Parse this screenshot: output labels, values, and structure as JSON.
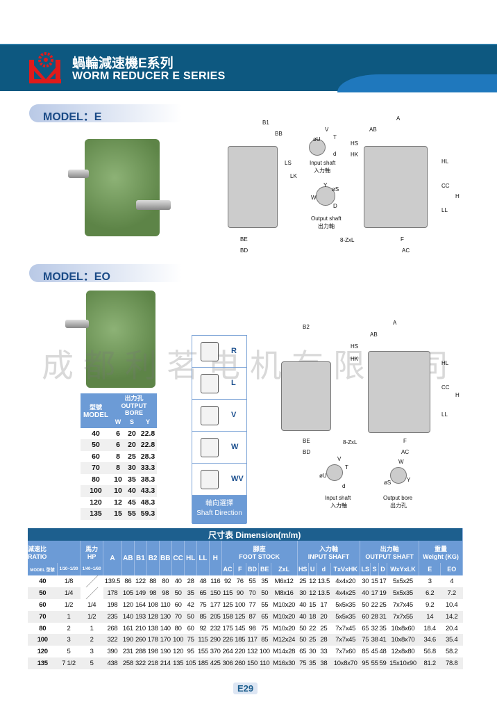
{
  "header": {
    "title_cn": "蝸輪減速機E系列",
    "title_en": "WORM REDUCER E SERIES"
  },
  "sections": {
    "model_e": "MODEL：E",
    "model_eo": "MODEL：EO"
  },
  "watermark": "成都利茗电机有限公司",
  "drawing_e": {
    "labels": [
      "B1",
      "BB",
      "V",
      "T",
      "øU",
      "d",
      "LS",
      "LK",
      "HK",
      "HS",
      "AB",
      "A",
      "HL",
      "CC",
      "H",
      "LL",
      "Y",
      "W",
      "øS",
      "D",
      "BE",
      "BD",
      "8-ZxL",
      "F",
      "AC"
    ],
    "input_caption": "Input shaft",
    "input_caption_cn": "入力軸",
    "output_caption": "Output shaft",
    "output_caption_cn": "出力軸"
  },
  "drawing_eo": {
    "labels": [
      "B2",
      "AB",
      "A",
      "HS",
      "HK",
      "HL",
      "CC",
      "H",
      "LL",
      "BE",
      "BD",
      "8-ZxL",
      "F",
      "AC",
      "V",
      "T",
      "øU",
      "d",
      "W",
      "Y",
      "øS"
    ],
    "input_caption": "Input shaft",
    "input_caption_cn": "入力軸",
    "output_caption": "Output bore",
    "output_caption_cn": "出力孔"
  },
  "bore_table": {
    "h_model_cn": "型號",
    "h_model": "MODEL",
    "h_bore_cn": "出力孔",
    "h_bore": "OUTPUT BORE",
    "cols": [
      "W",
      "S",
      "Y"
    ],
    "rows": [
      [
        "40",
        "6",
        "20",
        "22.8"
      ],
      [
        "50",
        "6",
        "20",
        "22.8"
      ],
      [
        "60",
        "8",
        "25",
        "28.3"
      ],
      [
        "70",
        "8",
        "30",
        "33.3"
      ],
      [
        "80",
        "10",
        "35",
        "38.3"
      ],
      [
        "100",
        "10",
        "40",
        "43.3"
      ],
      [
        "120",
        "12",
        "45",
        "48.3"
      ],
      [
        "135",
        "15",
        "55",
        "59.3"
      ]
    ]
  },
  "shaft_direction": {
    "options": [
      "R",
      "L",
      "V",
      "W",
      "WV"
    ],
    "title_cn": "軸向選擇",
    "title": "Shaft Direction"
  },
  "dimension_table": {
    "title": "尺寸表  Dimension(m/m)",
    "h_ratio_cn": "減速比",
    "h_ratio": "RATIO",
    "h_hp_cn": "馬力",
    "h_hp": "HP",
    "h_model": "MODEL 型號",
    "h_r1": "1/10~1/30",
    "h_r2": "1/40~1/60",
    "main_cols": [
      "A",
      "AB",
      "B1",
      "B2",
      "BB",
      "CC",
      "HL",
      "LL",
      "H"
    ],
    "foot_cn": "腳座",
    "foot": "FOOT STOCK",
    "foot_cols": [
      "AC",
      "F",
      "BD",
      "BE",
      "ZxL"
    ],
    "input_cn": "入力軸",
    "input": "INPUT SHAFT",
    "input_cols": [
      "HS",
      "U",
      "d",
      "TxVxHK"
    ],
    "output_cn": "出力軸",
    "output": "OUTPUT SHAFT",
    "output_cols": [
      "LS",
      "S",
      "D",
      "WxYxLK"
    ],
    "weight_cn": "重量",
    "weight": "Weight (KG)",
    "weight_cols": [
      "E",
      "EO"
    ],
    "rows": [
      [
        "40",
        "1/8",
        "",
        "139.5",
        "86",
        "122",
        "88",
        "80",
        "40",
        "28",
        "48",
        "116",
        "92",
        "76",
        "55",
        "35",
        "M6x12",
        "25",
        "12",
        "13.5",
        "4x4x20",
        "30",
        "15",
        "17",
        "5x5x25",
        "3",
        "4"
      ],
      [
        "50",
        "1/4",
        "",
        "178",
        "105",
        "149",
        "98",
        "98",
        "50",
        "35",
        "65",
        "150",
        "115",
        "90",
        "70",
        "50",
        "M8x16",
        "30",
        "12",
        "13.5",
        "4x4x25",
        "40",
        "17",
        "19",
        "5x5x35",
        "6.2",
        "7.2"
      ],
      [
        "60",
        "1/2",
        "1/4",
        "198",
        "120",
        "164",
        "108",
        "110",
        "60",
        "42",
        "75",
        "177",
        "125",
        "100",
        "77",
        "55",
        "M10x20",
        "40",
        "15",
        "17",
        "5x5x35",
        "50",
        "22",
        "25",
        "7x7x45",
        "9.2",
        "10.4"
      ],
      [
        "70",
        "1",
        "1/2",
        "235",
        "140",
        "193",
        "128",
        "130",
        "70",
        "50",
        "85",
        "205",
        "158",
        "125",
        "87",
        "65",
        "M10x20",
        "40",
        "18",
        "20",
        "5x5x35",
        "60",
        "28",
        "31",
        "7x7x55",
        "14",
        "14.2"
      ],
      [
        "80",
        "2",
        "1",
        "268",
        "161",
        "210",
        "138",
        "140",
        "80",
        "60",
        "92",
        "232",
        "175",
        "145",
        "98",
        "75",
        "M10x20",
        "50",
        "22",
        "25",
        "7x7x45",
        "65",
        "32",
        "35",
        "10x8x60",
        "18.4",
        "20.4"
      ],
      [
        "100",
        "3",
        "2",
        "322",
        "190",
        "260",
        "178",
        "170",
        "100",
        "75",
        "115",
        "290",
        "226",
        "185",
        "117",
        "85",
        "M12x24",
        "50",
        "25",
        "28",
        "7x7x45",
        "75",
        "38",
        "41",
        "10x8x70",
        "34.6",
        "35.4"
      ],
      [
        "120",
        "5",
        "3",
        "390",
        "231",
        "288",
        "198",
        "190",
        "120",
        "95",
        "155",
        "370",
        "264",
        "220",
        "132",
        "100",
        "M14x28",
        "65",
        "30",
        "33",
        "7x7x60",
        "85",
        "45",
        "48",
        "12x8x80",
        "56.8",
        "58.2"
      ],
      [
        "135",
        "7 1/2",
        "5",
        "438",
        "258",
        "322",
        "218",
        "214",
        "135",
        "105",
        "185",
        "425",
        "306",
        "260",
        "150",
        "110",
        "M16x30",
        "75",
        "35",
        "38",
        "10x8x70",
        "95",
        "55",
        "59",
        "15x10x90",
        "81.2",
        "78.8"
      ]
    ]
  },
  "page_number": "E29"
}
